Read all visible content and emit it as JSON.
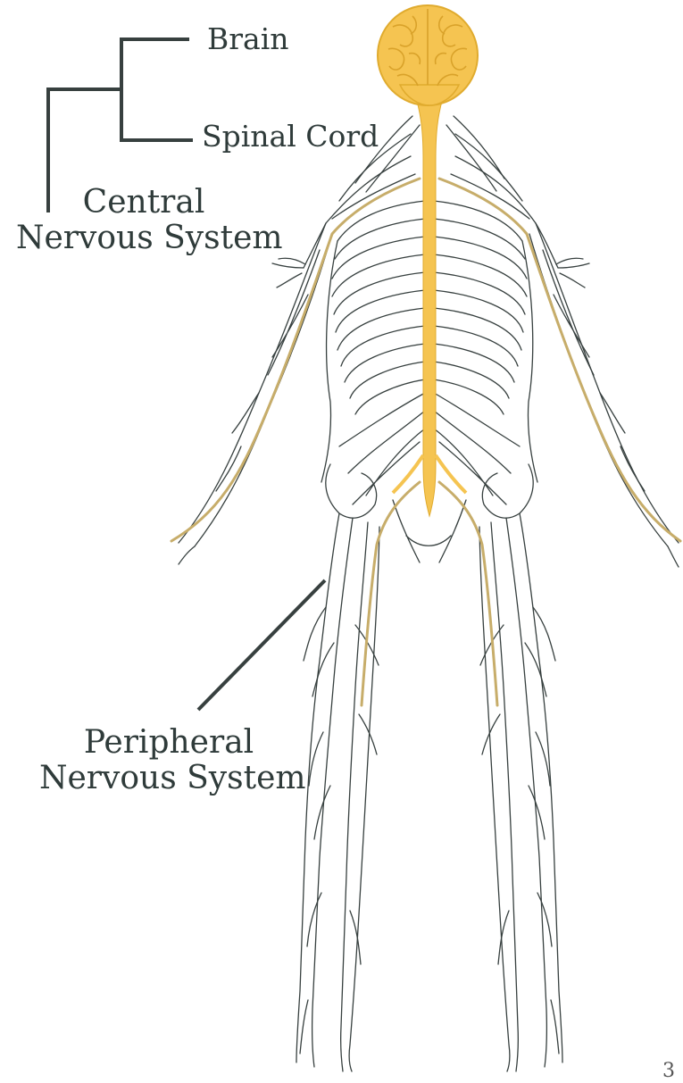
{
  "labels": {
    "brain": "Brain",
    "spinal_cord": "Spinal Cord",
    "cns_line1": "Central",
    "cns_line2": "Nervous System",
    "pns_line1": "Peripheral",
    "pns_line2": "Nervous System",
    "page_number": "3"
  },
  "colors": {
    "cns": "#f5c451",
    "cns_dark": "#e0ab2e",
    "nerve_line": "#37403f",
    "label_text": "#2f3b3a",
    "major_nerve": "#c7ad6a"
  }
}
